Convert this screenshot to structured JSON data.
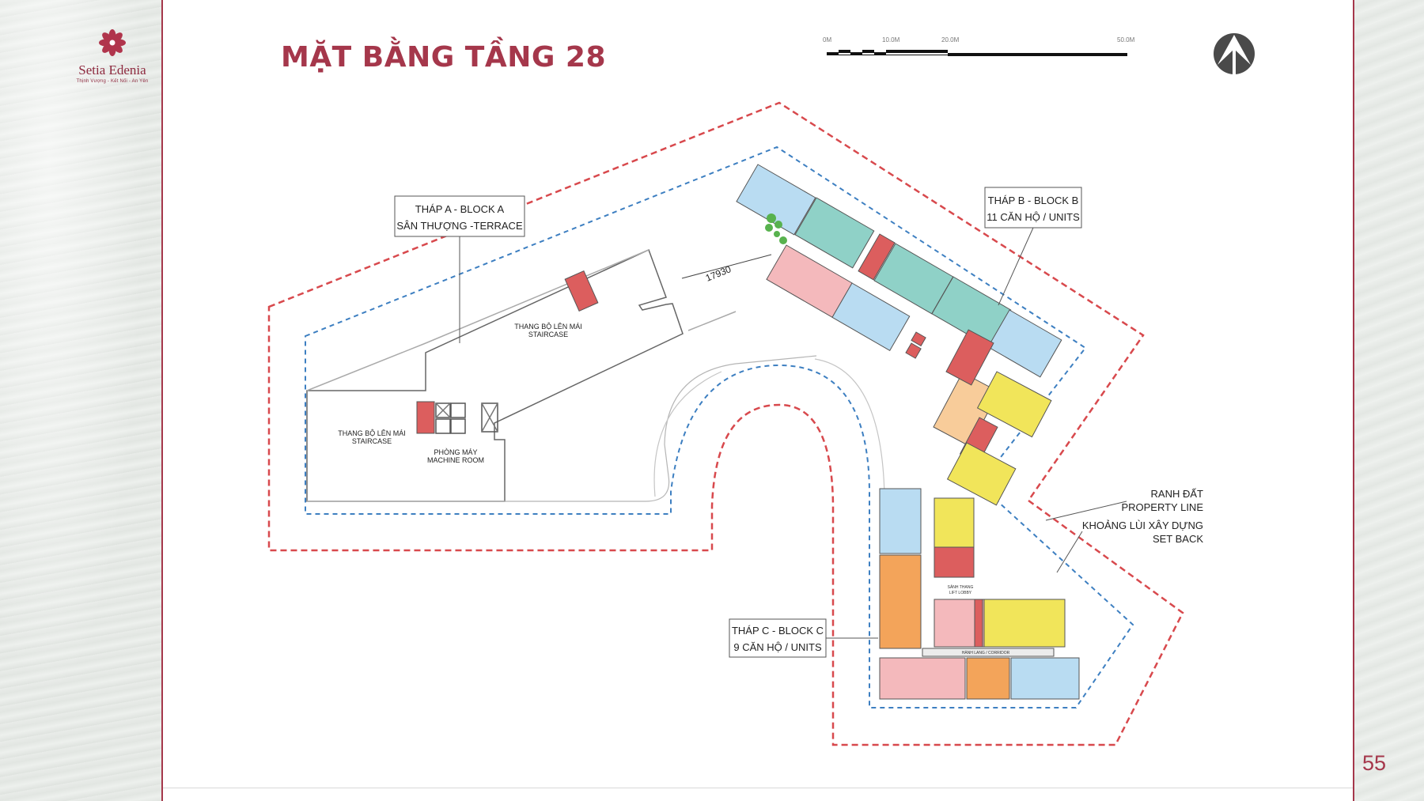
{
  "brand": {
    "name": "Setia Edenia",
    "tagline": "Thịnh Vượng - Kết Nối - An Yên",
    "accent_color": "#a5374b"
  },
  "page": {
    "title": "MẶT BẰNG TẦNG 28",
    "number": "55"
  },
  "scale_bar": {
    "labels": [
      "0M",
      "10.0M",
      "20.0M",
      "50.0M"
    ]
  },
  "compass": {
    "icon": "north-arrow-icon"
  },
  "plan": {
    "callouts": {
      "block_a": [
        "THÁP A - BLOCK A",
        "SÂN THƯỢNG -TERRACE"
      ],
      "block_b": [
        "THÁP B - BLOCK B",
        "11 CĂN HỘ / UNITS"
      ],
      "block_c": [
        "THÁP C - BLOCK C",
        "9 CĂN HỘ / UNITS"
      ]
    },
    "labels": {
      "staircase_upper": [
        "THANG BỘ LÊN MÁI",
        "STAIRCASE"
      ],
      "staircase_lower": [
        "THANG BỘ LÊN MÁI",
        "STAIRCASE"
      ],
      "machine_room": [
        "PHÒNG MÁY",
        "MACHINE ROOM"
      ],
      "dimension": "17930",
      "lift_lobby_c": [
        "SẢNH THANG",
        "LIFT LOBBY"
      ],
      "corridor_c": "HÀNH LANG / CORRIDOR"
    },
    "legend": {
      "property_line": [
        "RANH ĐẤT",
        "PROPERTY LINE"
      ],
      "setback": [
        "KHOẢNG LÙI XÂY DỰNG",
        "SET BACK"
      ]
    },
    "colors": {
      "property_line": "#d8494d",
      "setback": "#3d7fc1",
      "unit_blue": "#b9dcf2",
      "unit_teal": "#8fd1c7",
      "unit_pink": "#f4b9bc",
      "unit_orange": "#f3a45a",
      "unit_peach": "#f8cc9a",
      "unit_yellow": "#f1e55a",
      "core_red": "#dc5e5e"
    }
  }
}
